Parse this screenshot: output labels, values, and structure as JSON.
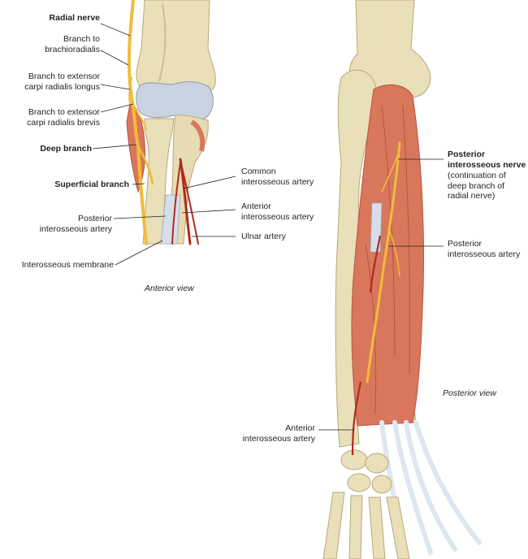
{
  "anterior": {
    "view_title": "Anterior view",
    "labels": {
      "radial_nerve": "Radial nerve",
      "branch_brachioradialis": [
        "Branch to",
        "brachioradialis"
      ],
      "branch_ecrl": [
        "Branch to extensor",
        "carpi radialis longus"
      ],
      "branch_ecrb": [
        "Branch to extensor",
        "carpi radialis brevis"
      ],
      "deep_branch": "Deep branch",
      "superficial_branch": "Superficial branch",
      "posterior_interosseous_artery": [
        "Posterior",
        "interosseous artery"
      ],
      "interosseous_membrane": "Interosseous membrane",
      "common_interosseous_artery": [
        "Common",
        "interosseous artery"
      ],
      "anterior_interosseous_artery": [
        "Anterior",
        "interosseous artery"
      ],
      "ulnar_artery": "Ulnar artery"
    }
  },
  "posterior": {
    "view_title": "Posterior view",
    "labels": {
      "posterior_interosseous_nerve": [
        "Posterior",
        "interosseous nerve"
      ],
      "continuation_note": [
        "(continuation of",
        "deep branch of",
        "radial nerve)"
      ],
      "posterior_interosseous_artery": [
        "Posterior",
        "interosseous artery"
      ],
      "anterior_interosseous_artery": [
        "Anterior",
        "interosseous artery"
      ]
    }
  },
  "colors": {
    "bone": "#e9dfb8",
    "bone_shadow": "#c9b98a",
    "cartilage": "#c9d3e0",
    "muscle": "#d9775c",
    "muscle_dark": "#b8543c",
    "nerve": "#f0bc3a",
    "artery": "#b22a1d",
    "tendon": "#dfe6ef",
    "leader": "#231f20"
  }
}
